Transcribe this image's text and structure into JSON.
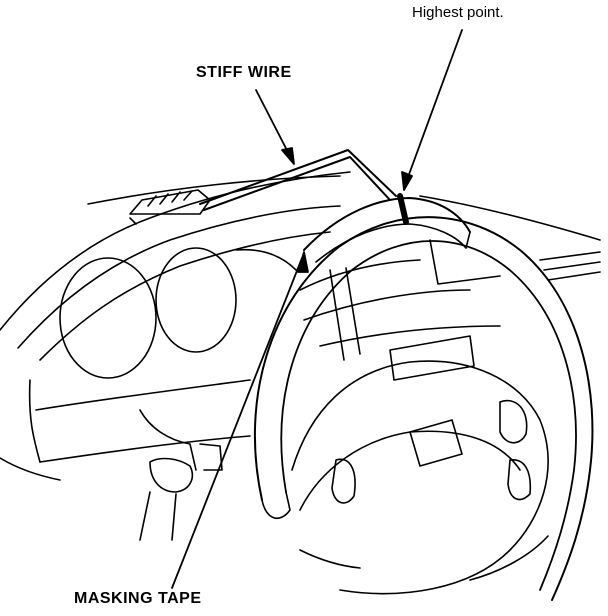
{
  "labels": {
    "highest_point": "Highest point.",
    "stiff_wire": "STIFF WIRE",
    "masking_tape": "MASKING TAPE"
  },
  "colors": {
    "ink": "#000000",
    "paper": "#ffffff"
  }
}
